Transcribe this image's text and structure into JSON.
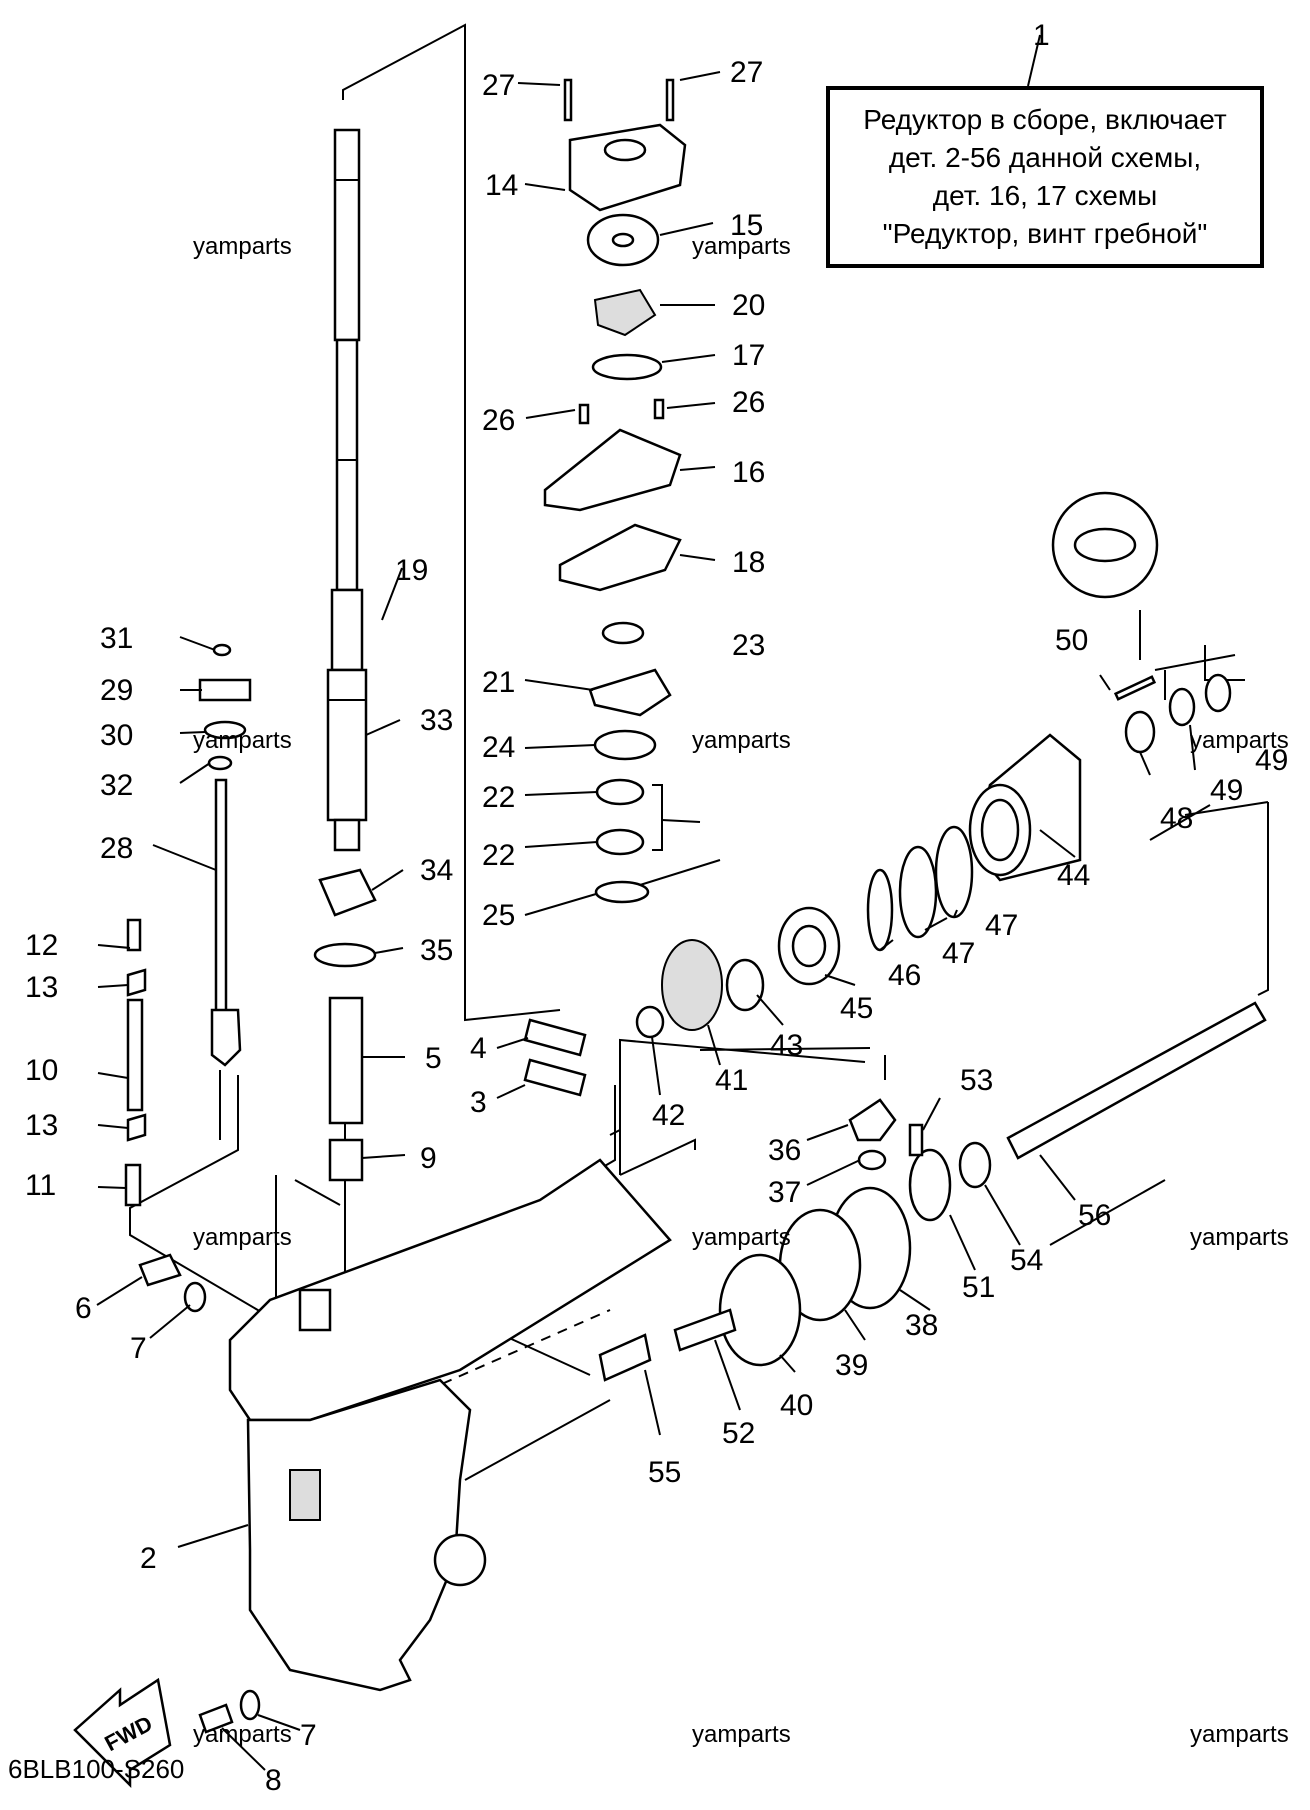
{
  "note": {
    "lines": [
      "Редуктор в сборе, включает",
      "дет. 2-56 данной схемы,",
      "дет. 16, 17 схемы",
      "\"Редуктор, винт гребной\""
    ]
  },
  "diagram_code": "6BLB100-S260",
  "fwd_label": "FWD",
  "watermark": "yamparts",
  "callouts": [
    "1",
    "2",
    "3",
    "4",
    "5",
    "6",
    "7",
    "7",
    "8",
    "9",
    "10",
    "11",
    "12",
    "13",
    "13",
    "14",
    "15",
    "16",
    "17",
    "18",
    "19",
    "20",
    "21",
    "22",
    "22",
    "23",
    "24",
    "25",
    "26",
    "26",
    "27",
    "27",
    "28",
    "29",
    "30",
    "31",
    "32",
    "33",
    "34",
    "35",
    "36",
    "37",
    "38",
    "39",
    "40",
    "41",
    "42",
    "43",
    "44",
    "45",
    "46",
    "47",
    "47",
    "48",
    "49",
    "49",
    "50",
    "51",
    "52",
    "53",
    "54",
    "55",
    "56"
  ]
}
